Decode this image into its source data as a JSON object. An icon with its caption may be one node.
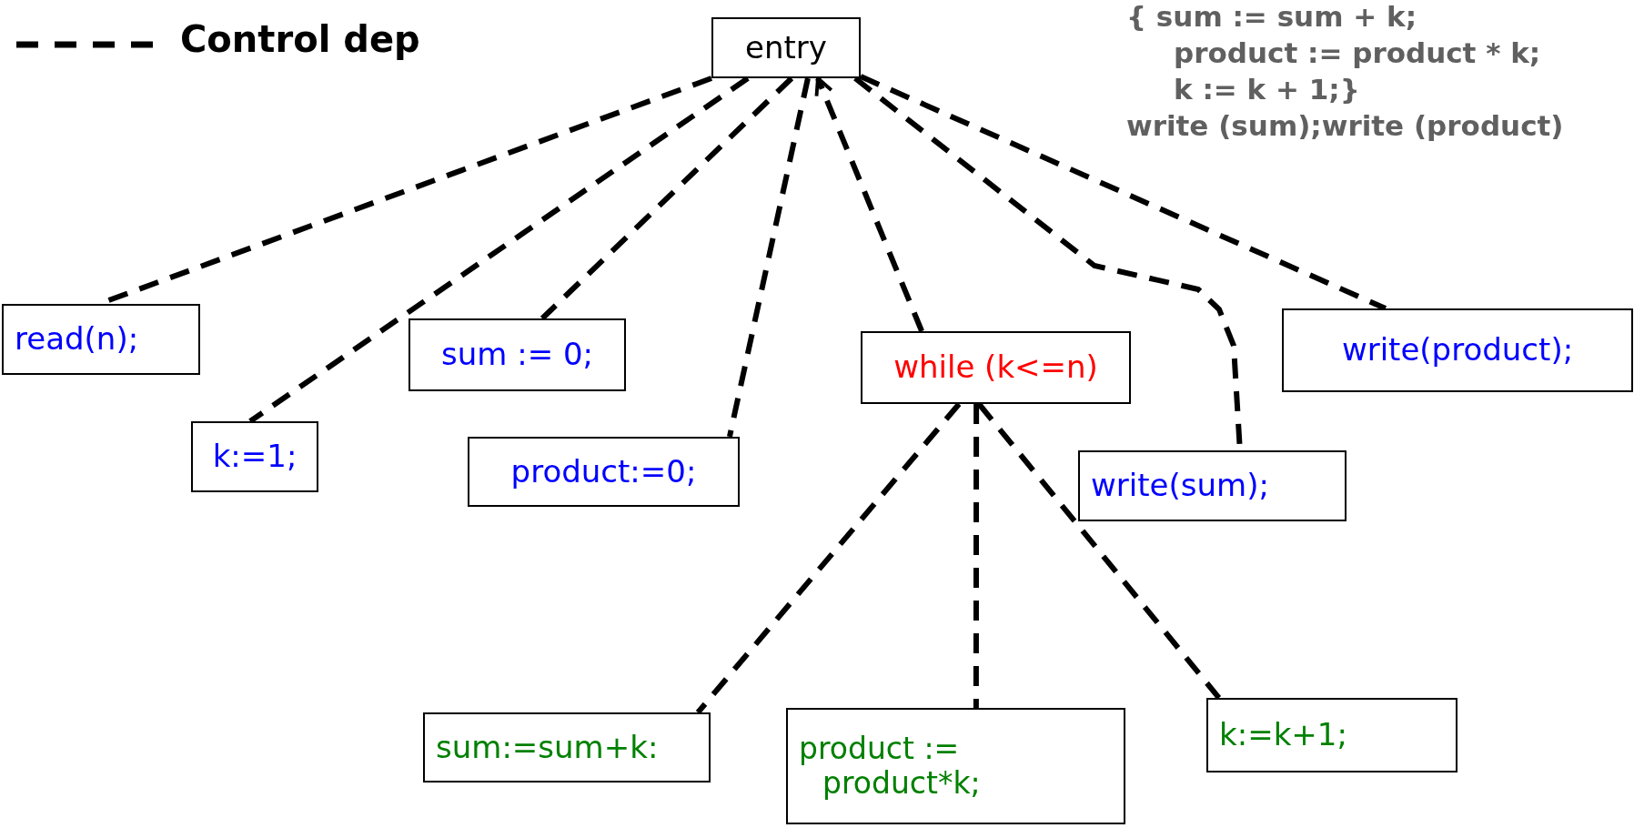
{
  "diagram": {
    "nodes": [
      {
        "text": [
          "entry"
        ]
      },
      {
        "text": [
          "read(n);"
        ]
      },
      {
        "text": [
          "k:=1;"
        ]
      },
      {
        "text": [
          "sum := 0;"
        ]
      },
      {
        "text": [
          "product:=0;"
        ]
      },
      {
        "text": [
          "while (k<=n)"
        ]
      },
      {
        "text": [
          "write(sum);"
        ]
      },
      {
        "text": [
          "write(product);"
        ]
      },
      {
        "text": [
          "sum:=sum+k:"
        ]
      },
      {
        "text": [
          "product := product*k;"
        ]
      },
      {
        "text": [
          "k:=k+1;"
        ]
      }
    ],
    "edges": [
      {
        "from": 0,
        "to": 1,
        "arrow": "none",
        "style": "dashed"
      },
      {
        "from": 0,
        "to": 2,
        "arrow": "none",
        "style": "dashed"
      },
      {
        "from": 0,
        "to": 3,
        "arrow": "none",
        "style": "dashed"
      },
      {
        "from": 0,
        "to": 4,
        "arrow": "none",
        "style": "dashed"
      },
      {
        "from": 5,
        "to": 0,
        "arrow": "to",
        "style": "dashed"
      },
      {
        "from": 0,
        "to": 6,
        "arrow": "none",
        "style": "dashed"
      },
      {
        "from": 0,
        "to": 7,
        "arrow": "none",
        "style": "dashed"
      },
      {
        "from": 5,
        "to": 8,
        "arrow": "none",
        "style": "dashed"
      },
      {
        "from": 5,
        "to": 9,
        "arrow": "none",
        "style": "dashed"
      },
      {
        "from": 5,
        "to": 10,
        "arrow": "none",
        "style": "dashed"
      }
    ],
    "labels": [
      "{ sum := sum + k;",
      "product := product * k;",
      "k := k + 1;}",
      "write (sum);write (product)"
    ],
    "legend": [
      {
        "text": "Control dep"
      }
    ]
  }
}
